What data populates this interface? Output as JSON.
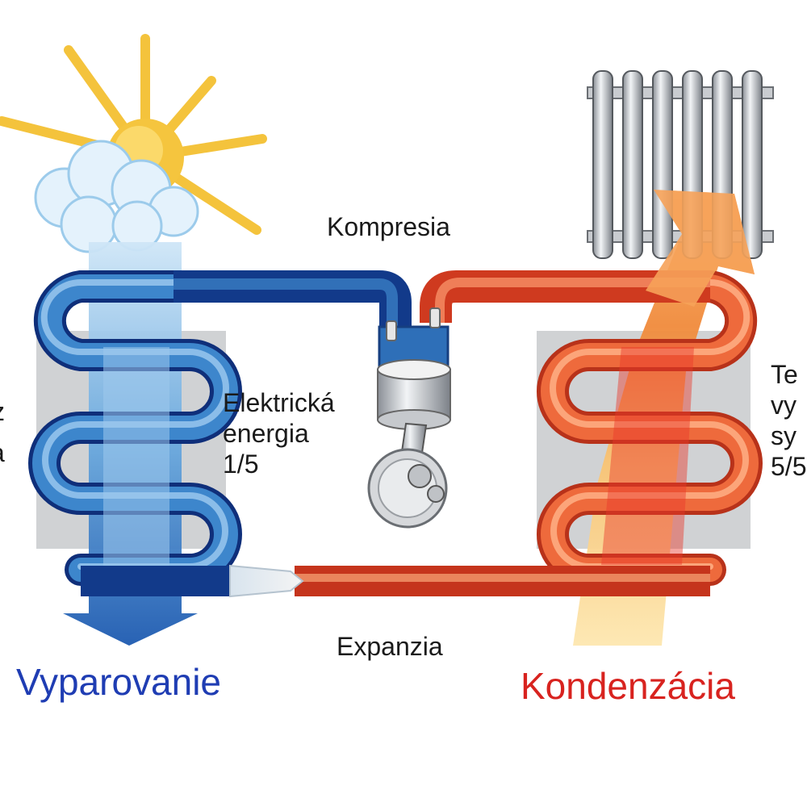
{
  "labels": {
    "compression": "Kompresia",
    "electric_energy": [
      "Elektrická",
      "energia",
      "1/5"
    ],
    "expansion": "Expanzia",
    "left_cut": [
      "z",
      "a"
    ],
    "right_cut": [
      "Te",
      "vy",
      "sy",
      "5/5"
    ]
  },
  "titles": {
    "evaporation": "Vyparovanie",
    "condensation": "Kondenzácia"
  },
  "colors": {
    "evaporation": "#1f3db3",
    "condensation": "#d8231f",
    "cold_pipe": "#2f6fb0",
    "hot_pipe": "#e8552b"
  },
  "icons": [
    "sun-icon",
    "cloud-icon",
    "radiator-icon",
    "compressor-icon"
  ]
}
